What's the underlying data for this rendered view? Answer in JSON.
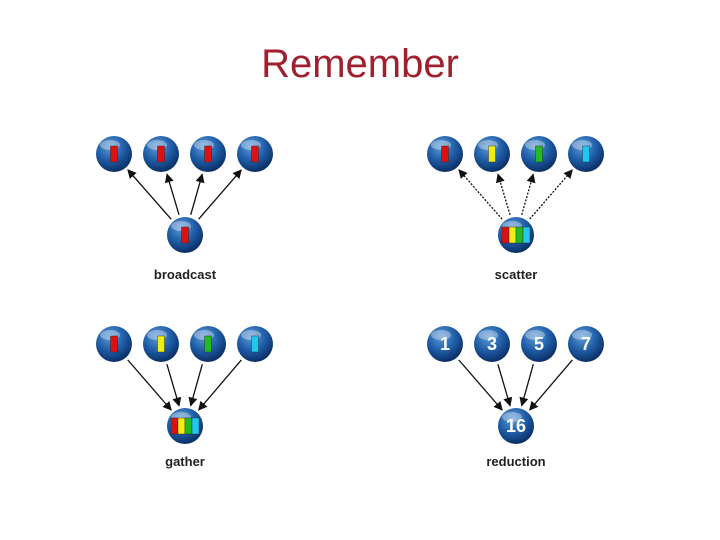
{
  "title": "Remember",
  "colors": {
    "title": "#a1202e",
    "node_light": "#5f9bd6",
    "node_mid": "#1f5ea8",
    "node_dark": "#0b2f66",
    "red": "#dd1111",
    "yellow": "#f0ee10",
    "green": "#22bb22",
    "cyan": "#1ec8ee",
    "arrow": "#111111"
  },
  "panels": [
    {
      "id": "broadcast",
      "label": "broadcast",
      "arrows_point_to": "top",
      "top_nodes": [
        {
          "blocks": [
            "red"
          ]
        },
        {
          "blocks": [
            "red"
          ]
        },
        {
          "blocks": [
            "red"
          ]
        },
        {
          "blocks": [
            "red"
          ]
        }
      ],
      "bottom_node": {
        "blocks": [
          "red"
        ]
      }
    },
    {
      "id": "scatter",
      "label": "scatter",
      "arrows_point_to": "top",
      "top_nodes": [
        {
          "blocks": [
            "red"
          ]
        },
        {
          "blocks": [
            "yellow"
          ]
        },
        {
          "blocks": [
            "green"
          ]
        },
        {
          "blocks": [
            "cyan"
          ]
        }
      ],
      "bottom_node": {
        "blocks": [
          "red",
          "yellow",
          "green",
          "cyan"
        ]
      }
    },
    {
      "id": "gather",
      "label": "gather",
      "arrows_point_to": "bottom",
      "top_nodes": [
        {
          "blocks": [
            "red"
          ]
        },
        {
          "blocks": [
            "yellow"
          ]
        },
        {
          "blocks": [
            "green"
          ]
        },
        {
          "blocks": [
            "cyan"
          ]
        }
      ],
      "bottom_node": {
        "blocks": [
          "red",
          "yellow",
          "green",
          "cyan"
        ]
      }
    },
    {
      "id": "reduction",
      "label": "reduction",
      "arrows_point_to": "bottom",
      "top_nodes": [
        {
          "text": "1"
        },
        {
          "text": "3"
        },
        {
          "text": "5"
        },
        {
          "text": "7"
        }
      ],
      "bottom_node": {
        "text": "16"
      }
    }
  ]
}
